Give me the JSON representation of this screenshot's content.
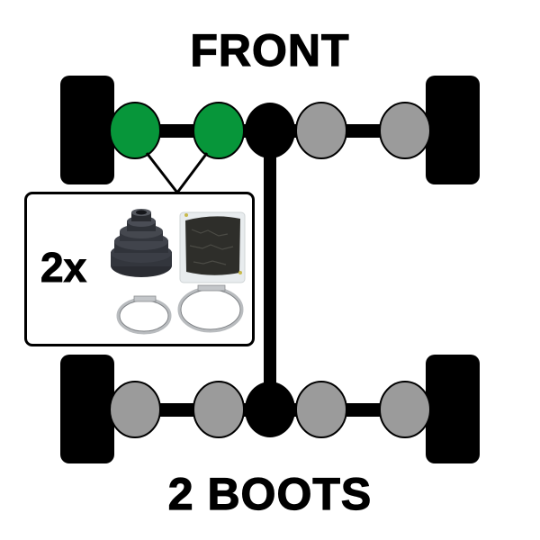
{
  "labels": {
    "top": "FRONT",
    "bottom": "2 BOOTS",
    "quantity": "2x"
  },
  "colors": {
    "highlight_joint": "#07963a",
    "standard_joint": "#9b9b9b",
    "differential": "#000000",
    "wheel": "#000000",
    "outline": "#000000"
  },
  "front_axle": {
    "joints": [
      {
        "position": "left-outer",
        "state": "highlighted"
      },
      {
        "position": "left-inner",
        "state": "highlighted"
      },
      {
        "position": "differential",
        "state": "differential"
      },
      {
        "position": "right-inner",
        "state": "standard"
      },
      {
        "position": "right-outer",
        "state": "standard"
      }
    ]
  },
  "rear_axle": {
    "joints": [
      {
        "position": "left-outer",
        "state": "standard"
      },
      {
        "position": "left-inner",
        "state": "standard"
      },
      {
        "position": "differential",
        "state": "differential"
      },
      {
        "position": "right-inner",
        "state": "standard"
      },
      {
        "position": "right-outer",
        "state": "standard"
      }
    ]
  },
  "kit_contents": [
    "cv-boot",
    "grease-packet",
    "small-clamp",
    "large-clamp"
  ]
}
